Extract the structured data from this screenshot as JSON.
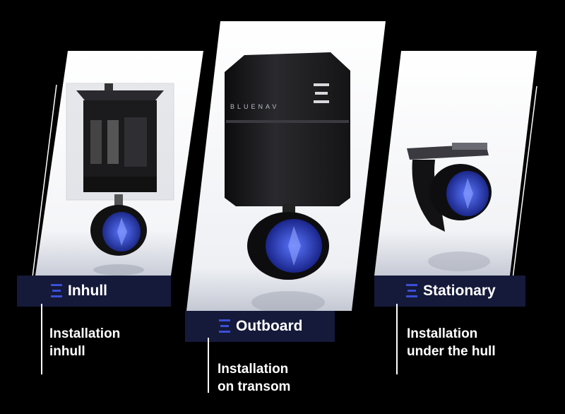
{
  "products": [
    {
      "name": "Inhull",
      "caption_line1": "Installation",
      "caption_line2": "inhull"
    },
    {
      "name": "Outboard",
      "caption_line1": "Installation",
      "caption_line2": "on transom"
    },
    {
      "name": "Stationary",
      "caption_line1": "Installation",
      "caption_line2": "under the hull"
    }
  ],
  "brand_mark": "BLUENAV",
  "colors": {
    "background": "#000000",
    "label_bar": "#15193a",
    "accent_blue": "#3b4fd6",
    "text": "#ffffff"
  },
  "icons": {
    "brand": "bluenav-stripes-icon"
  }
}
